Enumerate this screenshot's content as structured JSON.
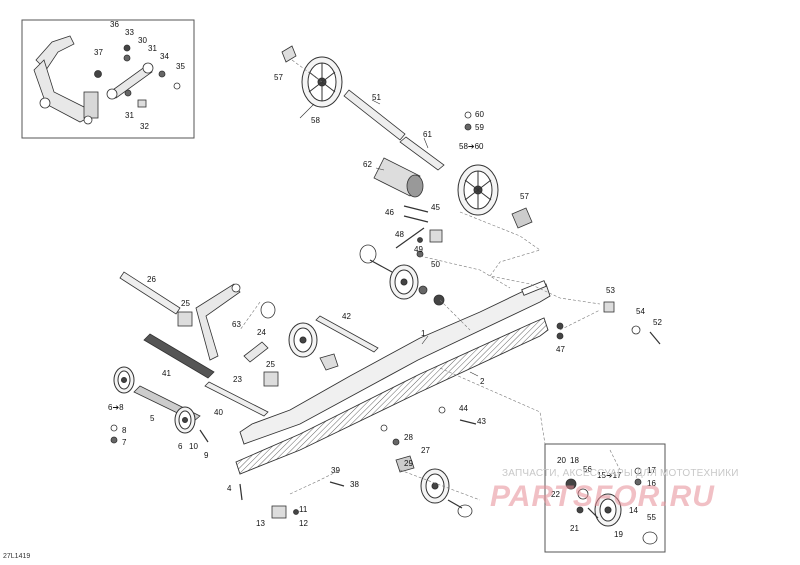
{
  "diagram_code": "27L1419",
  "watermark": {
    "top_text": "ЗАПЧАСТИ, АКСЕССУАРЫ ДЛЯ МОТОТЕХНИКИ",
    "main_text": "PARTSFOR.RU"
  },
  "colors": {
    "line": "#333333",
    "fill_part": "#e6e6e6",
    "dark_part": "#444444",
    "dashed": "#777777",
    "watermark": "#e08a96"
  },
  "callouts": [
    "1",
    "2",
    "4",
    "5",
    "6",
    "6➔8",
    "7",
    "8",
    "9",
    "10",
    "11",
    "12",
    "13",
    "14",
    "15➔17",
    "16",
    "17",
    "18",
    "19",
    "20",
    "21",
    "22",
    "23",
    "24",
    "25",
    "25",
    "26",
    "27",
    "28",
    "29",
    "30",
    "31",
    "31",
    "32",
    "33",
    "34",
    "35",
    "36",
    "37",
    "38",
    "39",
    "40",
    "41",
    "42",
    "43",
    "44",
    "45",
    "46",
    "47",
    "48",
    "49",
    "50",
    "51",
    "52",
    "53",
    "54",
    "55",
    "56",
    "57",
    "57",
    "58",
    "58➔60",
    "59",
    "60",
    "61",
    "62",
    "63"
  ]
}
